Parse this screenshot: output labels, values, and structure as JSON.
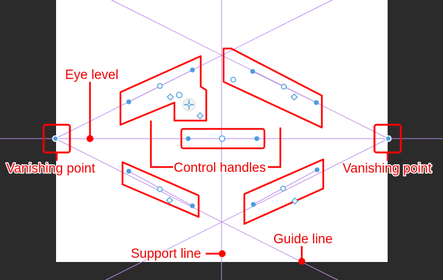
{
  "labels": {
    "eye_level": "Eye level",
    "vanishing_point_left": "Vanishing point",
    "vanishing_point_right": "Vanishing point",
    "control_handles": "Control handles",
    "support_line": "Support line",
    "guide_line": "Guide line"
  },
  "colors": {
    "annotation": "#ff0000",
    "handle": "#4a9ee0",
    "guide": "#b98be8",
    "background": "#2b2b2b",
    "canvas": "#ffffff"
  }
}
